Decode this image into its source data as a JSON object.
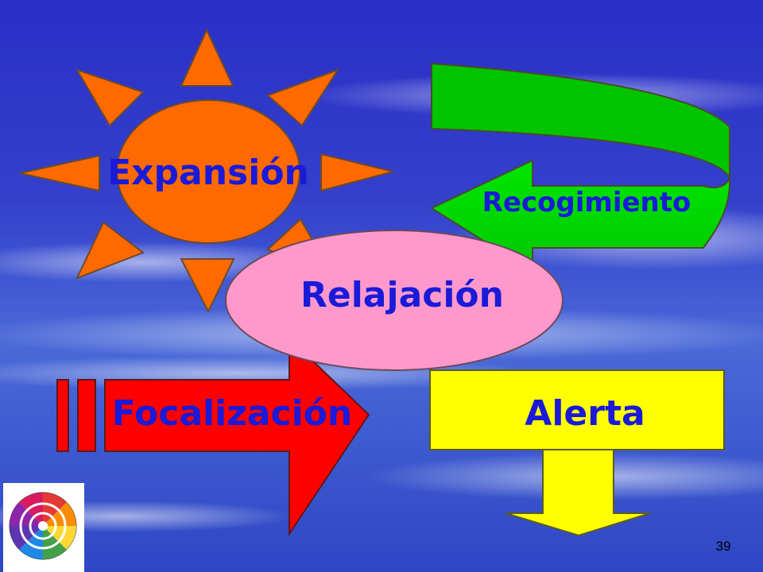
{
  "concepts": {
    "expansion": "Expansión",
    "recogimiento": "Recogimiento",
    "relajacion": "Relajación",
    "focalizacion": "Focalización",
    "alerta": "Alerta"
  },
  "page_number": "39",
  "colors": {
    "sky_top": "#2a2fc8",
    "sky_bottom": "#3d63d6",
    "sun": "#ff6a00",
    "sun_outline": "#6b4a2a",
    "green_arrow": "#00dd00",
    "pink_ellipse": "#ff99cc",
    "red_arrow": "#ff0000",
    "yellow": "#ffff00",
    "label_blue": "#1a1ad8",
    "label_red": "#ff0000"
  }
}
